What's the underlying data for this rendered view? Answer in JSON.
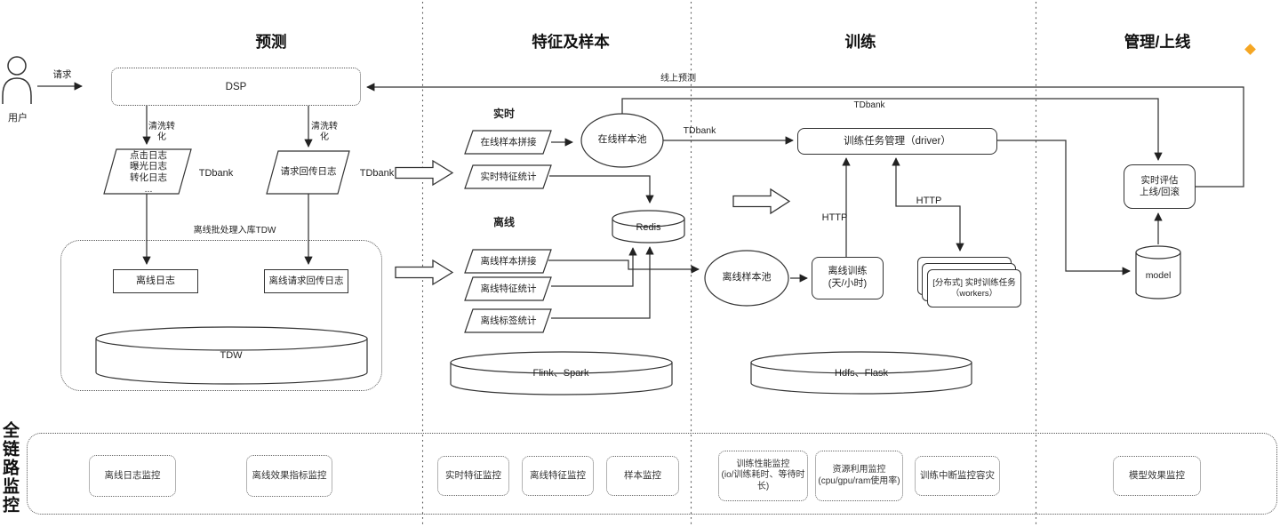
{
  "sections": [
    "预测",
    "特征及样本",
    "训练",
    "管理/上线"
  ],
  "predict": {
    "user": "用户",
    "request": "请求",
    "dsp": "DSP",
    "clean": "清洗转\n化",
    "click_logs": "点击日志\n曝光日志\n转化日志\n...",
    "tdbank": "TDbank",
    "request_log": "请求回传日志",
    "batch_label": "离线批处理入库TDW",
    "offline_log": "离线日志",
    "offline_request_log": "离线请求回传日志",
    "tdw": "TDW"
  },
  "features": {
    "realtime": "实时",
    "online_sample_join": "在线样本拼接",
    "online_sample_pool": "在线样本池",
    "tdbank": "TDbank",
    "realtime_feature_stat": "实时特征统计",
    "offline": "离线",
    "redis": "Redis",
    "offline_sample_join": "离线样本拼接",
    "offline_feature_stat": "离线特征统计",
    "offline_label_stat": "离线标签统计",
    "engine": "Flink、Spark"
  },
  "training": {
    "online_predict": "线上预测",
    "tdbank": "TDbank",
    "driver": "训练任务管理（driver）",
    "http": "HTTP",
    "offline_sample_pool": "离线样本池",
    "offline_train": "离线训练\n(天/小时)",
    "workers": "[分布式] 实时训练任务\n（workers）",
    "engine": "Hdfs、Flask"
  },
  "manage": {
    "evaluate": "实时评估\n上线/回滚",
    "model": "model"
  },
  "monitor": {
    "rail": "全链路监控",
    "items": [
      "离线日志监控",
      "离线效果指标监控",
      "实时特征监控",
      "离线特征监控",
      "样本监控",
      "训练性能监控\n(io/训练耗时、等待时长)",
      "资源利用监控\n(cpu/gpu/ram使用率)",
      "训练中断监控容灾",
      "模型效果监控"
    ]
  },
  "colors": {
    "accent": "#F5A623",
    "line": "#333333"
  }
}
